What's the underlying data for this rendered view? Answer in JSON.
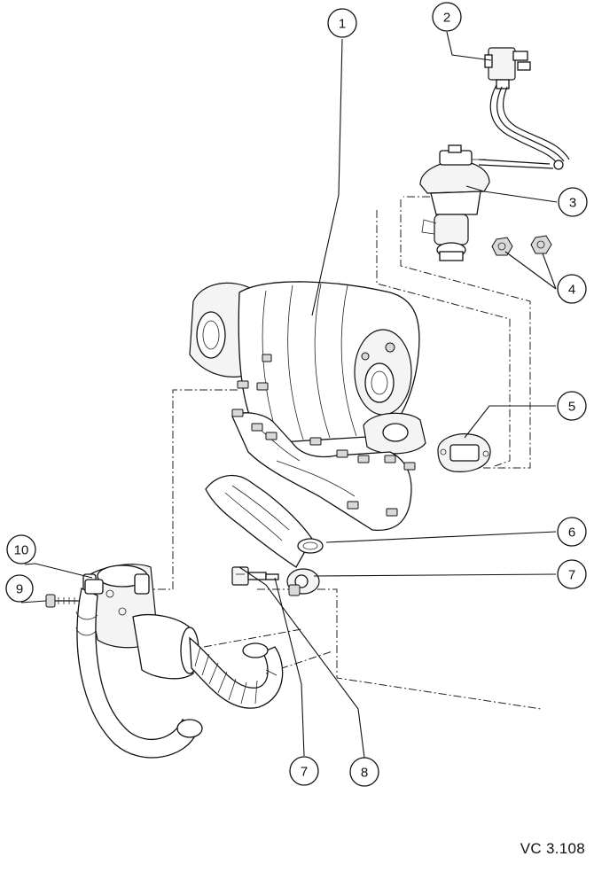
{
  "callouts": [
    {
      "id": "c1",
      "label": "1"
    },
    {
      "id": "c2",
      "label": "2"
    },
    {
      "id": "c3",
      "label": "3"
    },
    {
      "id": "c4",
      "label": "4"
    },
    {
      "id": "c5",
      "label": "5"
    },
    {
      "id": "c6",
      "label": "6"
    },
    {
      "id": "c7a",
      "label": "7"
    },
    {
      "id": "c7b",
      "label": "7"
    },
    {
      "id": "c8",
      "label": "8"
    },
    {
      "id": "c9",
      "label": "9"
    },
    {
      "id": "c10",
      "label": "10"
    }
  ],
  "reference_code": "VC 3.108"
}
